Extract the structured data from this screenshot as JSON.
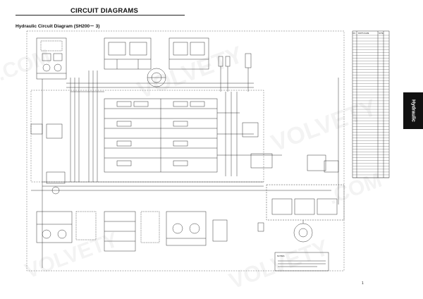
{
  "header": {
    "title": "CIRCUIT DIAGRAMS",
    "subtitle": "Hydraulic Circuit Diagram (SH200－ 3)"
  },
  "side_tab": {
    "label": "Hydraulic"
  },
  "parts_list": {
    "col_no": "NO.",
    "col_name": "PARTS NAME",
    "col_note": "NOTE",
    "row_count": 50
  },
  "notes": {
    "heading": "NOTES:"
  },
  "page": {
    "number": "1"
  },
  "colors": {
    "ink": "#222222",
    "tab": "#111111",
    "background": "#ffffff"
  }
}
